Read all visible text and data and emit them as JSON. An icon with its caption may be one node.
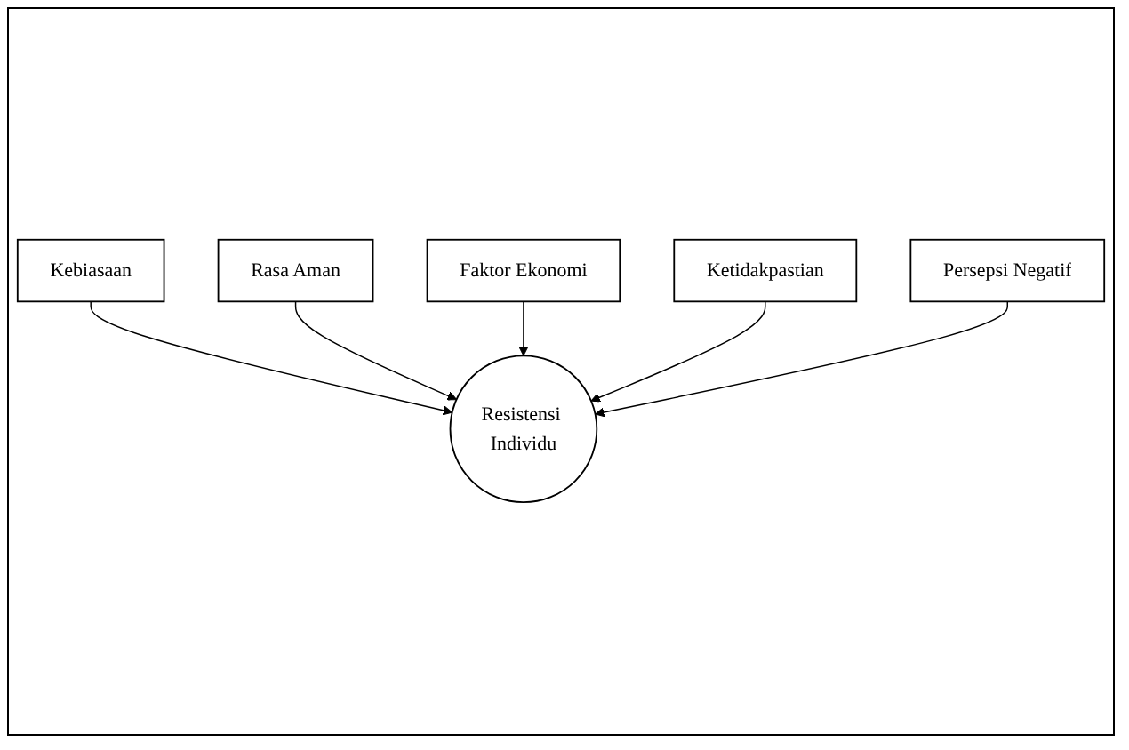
{
  "diagram": {
    "nodes": [
      {
        "text": [
          "Kebiasaan"
        ]
      },
      {
        "text": [
          "Rasa Aman"
        ]
      },
      {
        "text": [
          "Faktor Ekonomi"
        ]
      },
      {
        "text": [
          "Resistensi Individu"
        ]
      },
      {
        "text": [
          "Ketidakpastian"
        ]
      },
      {
        "text": [
          "Persepsi Negatif"
        ]
      }
    ],
    "edges": [
      {
        "from": 0,
        "to": 3,
        "arrow": "to"
      },
      {
        "from": 1,
        "to": 3,
        "arrow": "to"
      },
      {
        "from": 2,
        "to": 3,
        "arrow": "to"
      },
      {
        "from": 4,
        "to": 3,
        "arrow": "to"
      },
      {
        "from": 5,
        "to": 3,
        "arrow": "to"
      }
    ]
  }
}
